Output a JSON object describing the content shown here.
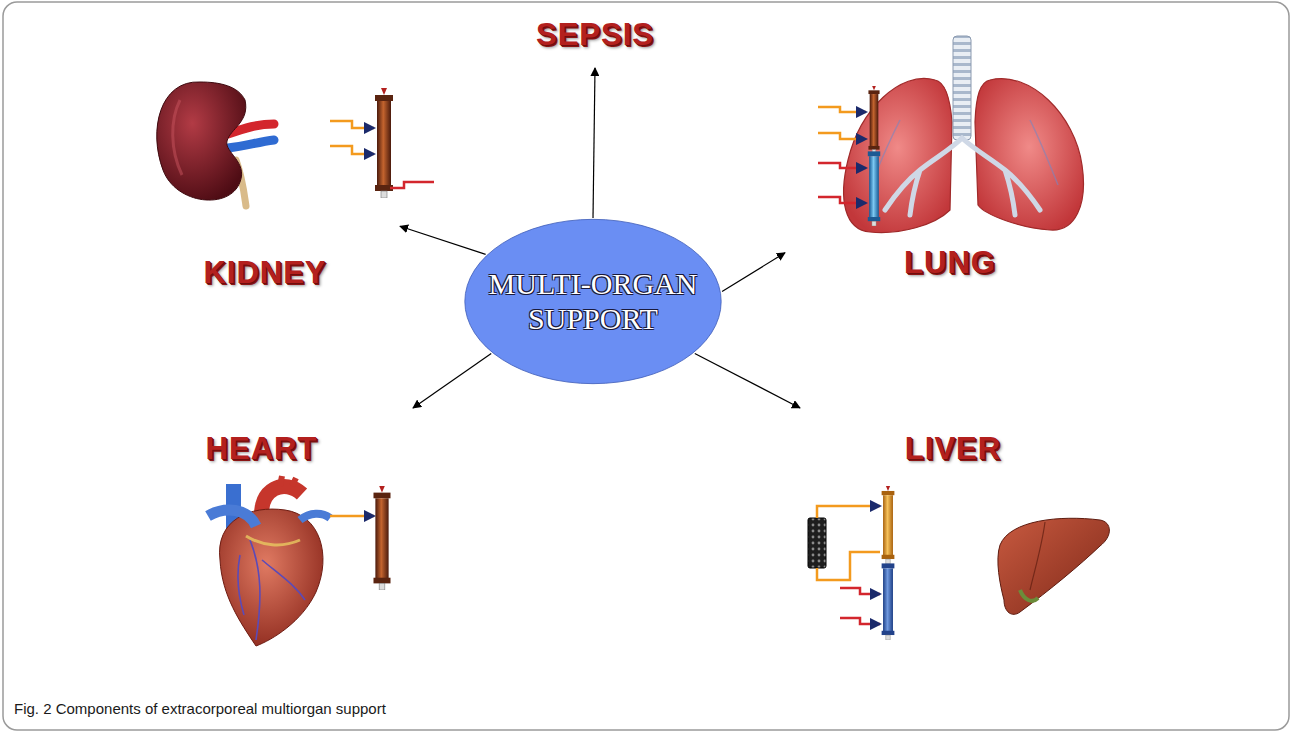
{
  "diagram": {
    "caption": "Fig. 2 Components of extracorporeal multiorgan support",
    "nodes": [
      {
        "text": [
          "SEPSIS"
        ]
      },
      {
        "text": [
          "KIDNEY"
        ]
      },
      {
        "text": [
          "LUNG"
        ]
      },
      {
        "text": [
          "MULTI-ORGAN SUPPORT"
        ]
      },
      {
        "text": [
          "HEART"
        ]
      },
      {
        "text": [
          "LIVER"
        ]
      }
    ],
    "edges": [
      {
        "from": 3,
        "to": 0,
        "arrow": "to"
      },
      {
        "from": 3,
        "to": 1,
        "arrow": "to"
      },
      {
        "from": 3,
        "to": 2,
        "arrow": "to"
      },
      {
        "from": 3,
        "to": 4,
        "arrow": "to"
      },
      {
        "from": 3,
        "to": 5,
        "arrow": "to"
      }
    ]
  }
}
